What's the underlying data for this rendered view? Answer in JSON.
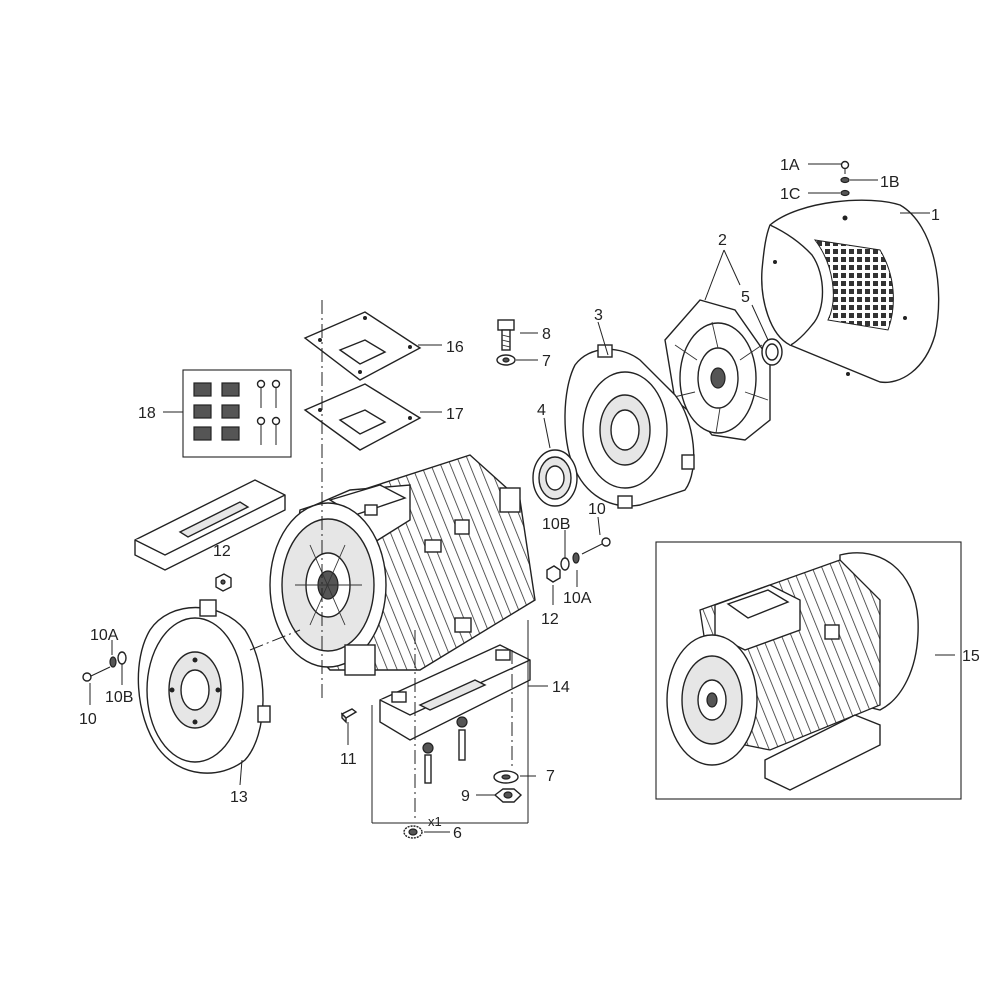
{
  "labels": {
    "l1": "1",
    "l1A": "1A",
    "l1B": "1B",
    "l1C": "1C",
    "l2": "2",
    "l3": "3",
    "l4": "4",
    "l5": "5",
    "l6": "6",
    "l6x": "x1",
    "l7a": "7",
    "l7b": "7",
    "l8": "8",
    "l9": "9",
    "l10a": "10",
    "l10b": "10",
    "l10A_a": "10A",
    "l10A_b": "10A",
    "l10B_a": "10B",
    "l10B_b": "10B",
    "l11": "11",
    "l12a": "12",
    "l12b": "12",
    "l13": "13",
    "l14": "14",
    "l15": "15",
    "l16": "16",
    "l17": "17",
    "l18": "18"
  }
}
